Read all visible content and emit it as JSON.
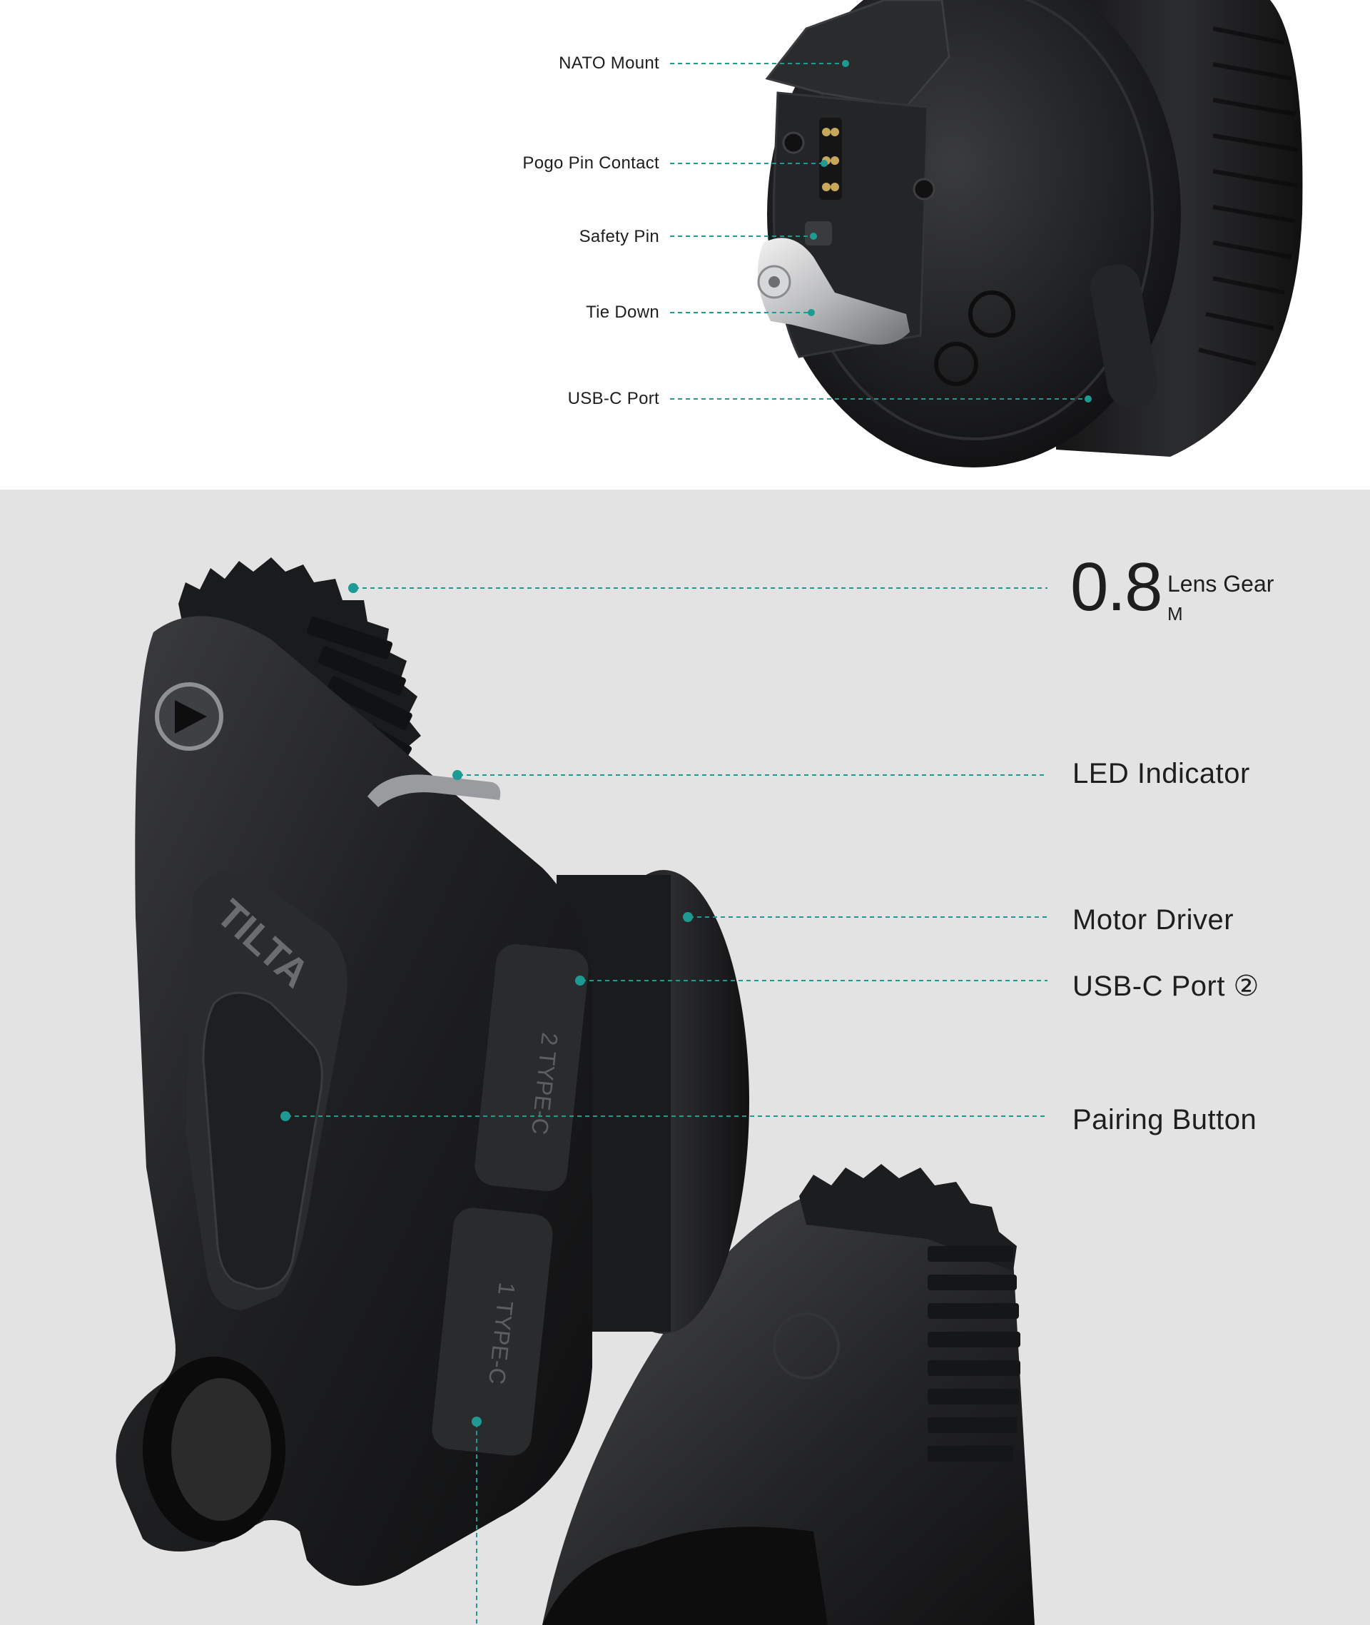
{
  "top_callouts": [
    {
      "label": "NATO Mount"
    },
    {
      "label": "Pogo Pin Contact"
    },
    {
      "label": "Safety Pin"
    },
    {
      "label": "Tie Down"
    },
    {
      "label": "USB-C Port"
    }
  ],
  "lens_gear": {
    "value": "0.8",
    "label": "Lens Gear",
    "unit": "M"
  },
  "bottom_callouts": [
    {
      "label": "LED Indicator"
    },
    {
      "label": "Motor Driver"
    },
    {
      "label": "USB-C Port ②"
    },
    {
      "label": "Pairing Button"
    }
  ],
  "product_markings": {
    "brand": "TILTA",
    "port_1": "1 TYPE-C",
    "port_2": "2 TYPE-C"
  },
  "colors": {
    "accent": "#1f9a93",
    "top_background": "#ffffff",
    "bottom_background": "#e4e3e3",
    "text": "#1e1e1e",
    "product": "#1b1c1e"
  }
}
